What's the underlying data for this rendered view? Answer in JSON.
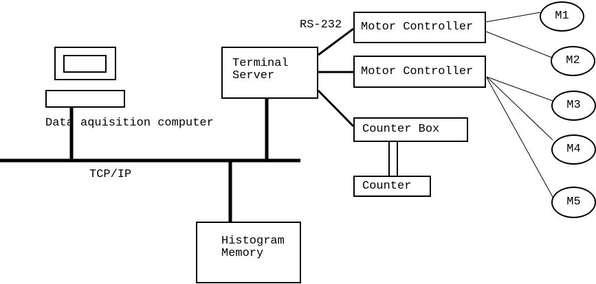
{
  "diagram": {
    "colors": {
      "line": "#000000",
      "background": "#ffffff"
    },
    "labels": {
      "computer_caption": "Data aquisition computer",
      "network_bus": "TCP/IP",
      "serial_link": "RS-232"
    },
    "nodes": {
      "terminal_server": {
        "line1": "Terminal",
        "line2": "Server"
      },
      "motor_controller_1": {
        "label": "Motor Controller"
      },
      "motor_controller_2": {
        "label": "Motor Controller"
      },
      "counter_box": {
        "label": "Counter Box"
      },
      "counter": {
        "label": "Counter"
      },
      "histogram_memory": {
        "line1": "Histogram",
        "line2": "Memory"
      }
    },
    "motors": [
      {
        "label": "M1"
      },
      {
        "label": "M2"
      },
      {
        "label": "M3"
      },
      {
        "label": "M4"
      },
      {
        "label": "M5"
      }
    ]
  }
}
